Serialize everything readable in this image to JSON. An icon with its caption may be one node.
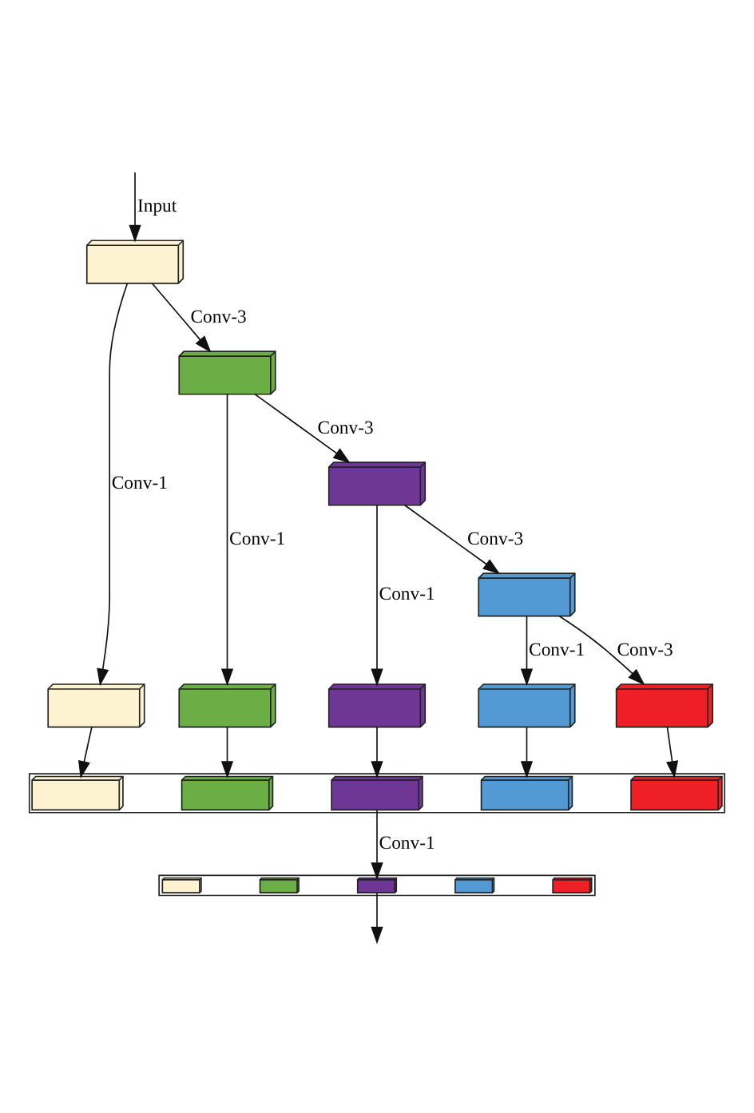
{
  "diagram": {
    "nodes": [
      {
        "text": [],
        "shape": "box"
      },
      {
        "text": [],
        "shape": "box"
      },
      {
        "text": [],
        "shape": "box"
      },
      {
        "text": [],
        "shape": "box"
      },
      {
        "text": [],
        "shape": "box"
      },
      {
        "text": [],
        "shape": "box"
      },
      {
        "text": [],
        "shape": "box"
      },
      {
        "text": [],
        "shape": "box"
      },
      {
        "text": [],
        "shape": "box"
      },
      {
        "text": [],
        "shape": "bar"
      },
      {
        "text": [],
        "shape": "box",
        "in": 9
      },
      {
        "text": [],
        "shape": "box",
        "in": 9
      },
      {
        "text": [],
        "shape": "box",
        "in": 9
      },
      {
        "text": [],
        "shape": "box",
        "in": 9
      },
      {
        "text": [],
        "shape": "box",
        "in": 9
      },
      {
        "text": [],
        "shape": "bar"
      },
      {
        "text": [],
        "shape": "box",
        "in": 15
      },
      {
        "text": [],
        "shape": "box",
        "in": 15
      },
      {
        "text": [],
        "shape": "box",
        "in": 15
      },
      {
        "text": [],
        "shape": "box",
        "in": 15
      },
      {
        "text": [],
        "shape": "box",
        "in": 15
      }
    ],
    "edges": [
      {
        "from": null,
        "to": 0,
        "arrow": "to",
        "label": "Input"
      },
      {
        "from": 0,
        "to": 1,
        "arrow": "to",
        "label": "Conv-1"
      },
      {
        "from": 0,
        "to": 2,
        "arrow": "to",
        "label": "Conv-3"
      },
      {
        "from": 2,
        "to": 3,
        "arrow": "to",
        "label": "Conv-1"
      },
      {
        "from": 2,
        "to": 4,
        "arrow": "to",
        "label": "Conv-3"
      },
      {
        "from": 4,
        "to": 5,
        "arrow": "to",
        "label": "Conv-1"
      },
      {
        "from": 4,
        "to": 6,
        "arrow": "to",
        "label": "Conv-3"
      },
      {
        "from": 6,
        "to": 7,
        "arrow": "to",
        "label": "Conv-1"
      },
      {
        "from": 6,
        "to": 8,
        "arrow": "to",
        "label": "Conv-3"
      },
      {
        "from": 1,
        "to": 10,
        "arrow": "to"
      },
      {
        "from": 3,
        "to": 11,
        "arrow": "to"
      },
      {
        "from": 5,
        "to": 12,
        "arrow": "to"
      },
      {
        "from": 7,
        "to": 13,
        "arrow": "to"
      },
      {
        "from": 8,
        "to": 14,
        "arrow": "to"
      },
      {
        "from": 12,
        "to": 18,
        "arrow": "to",
        "label": "Conv-1"
      },
      {
        "from": 18,
        "to": null,
        "arrow": "to"
      }
    ]
  }
}
